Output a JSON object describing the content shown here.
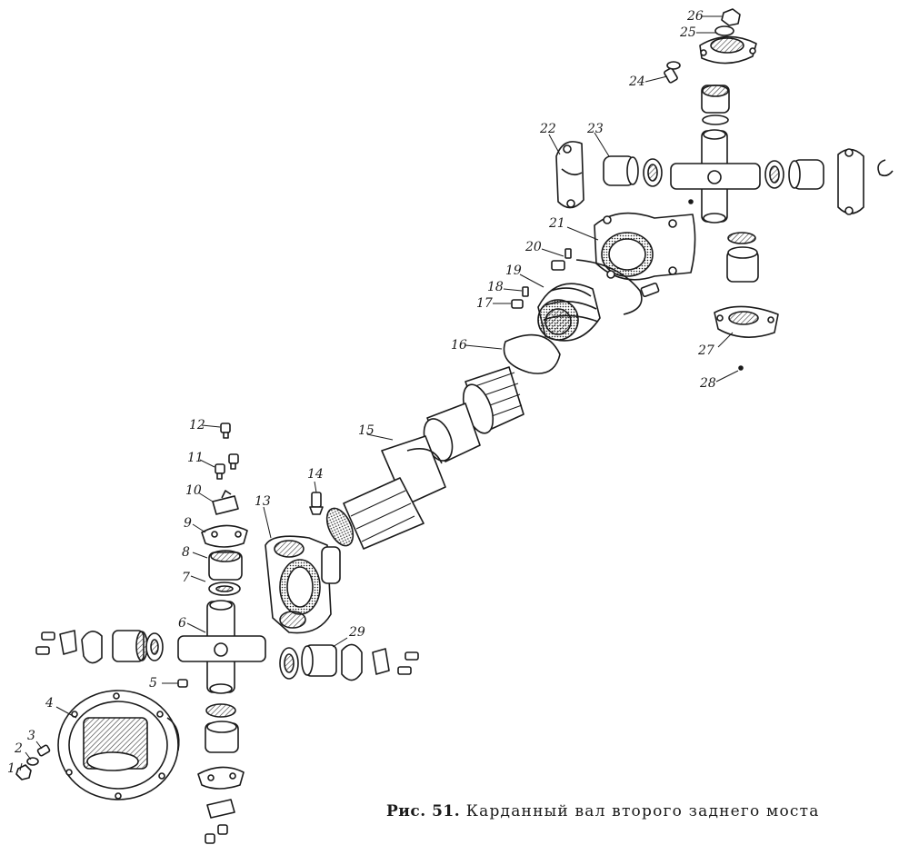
{
  "caption": {
    "prefix": "Рис. 51.",
    "text": "Карданный вал второго заднего моста"
  },
  "callouts": [
    "1",
    "2",
    "3",
    "4",
    "5",
    "6",
    "7",
    "8",
    "9",
    "10",
    "11",
    "12",
    "13",
    "14",
    "15",
    "16",
    "17",
    "18",
    "19",
    "20",
    "21",
    "22",
    "23",
    "24",
    "25",
    "26",
    "27",
    "28",
    "29"
  ]
}
